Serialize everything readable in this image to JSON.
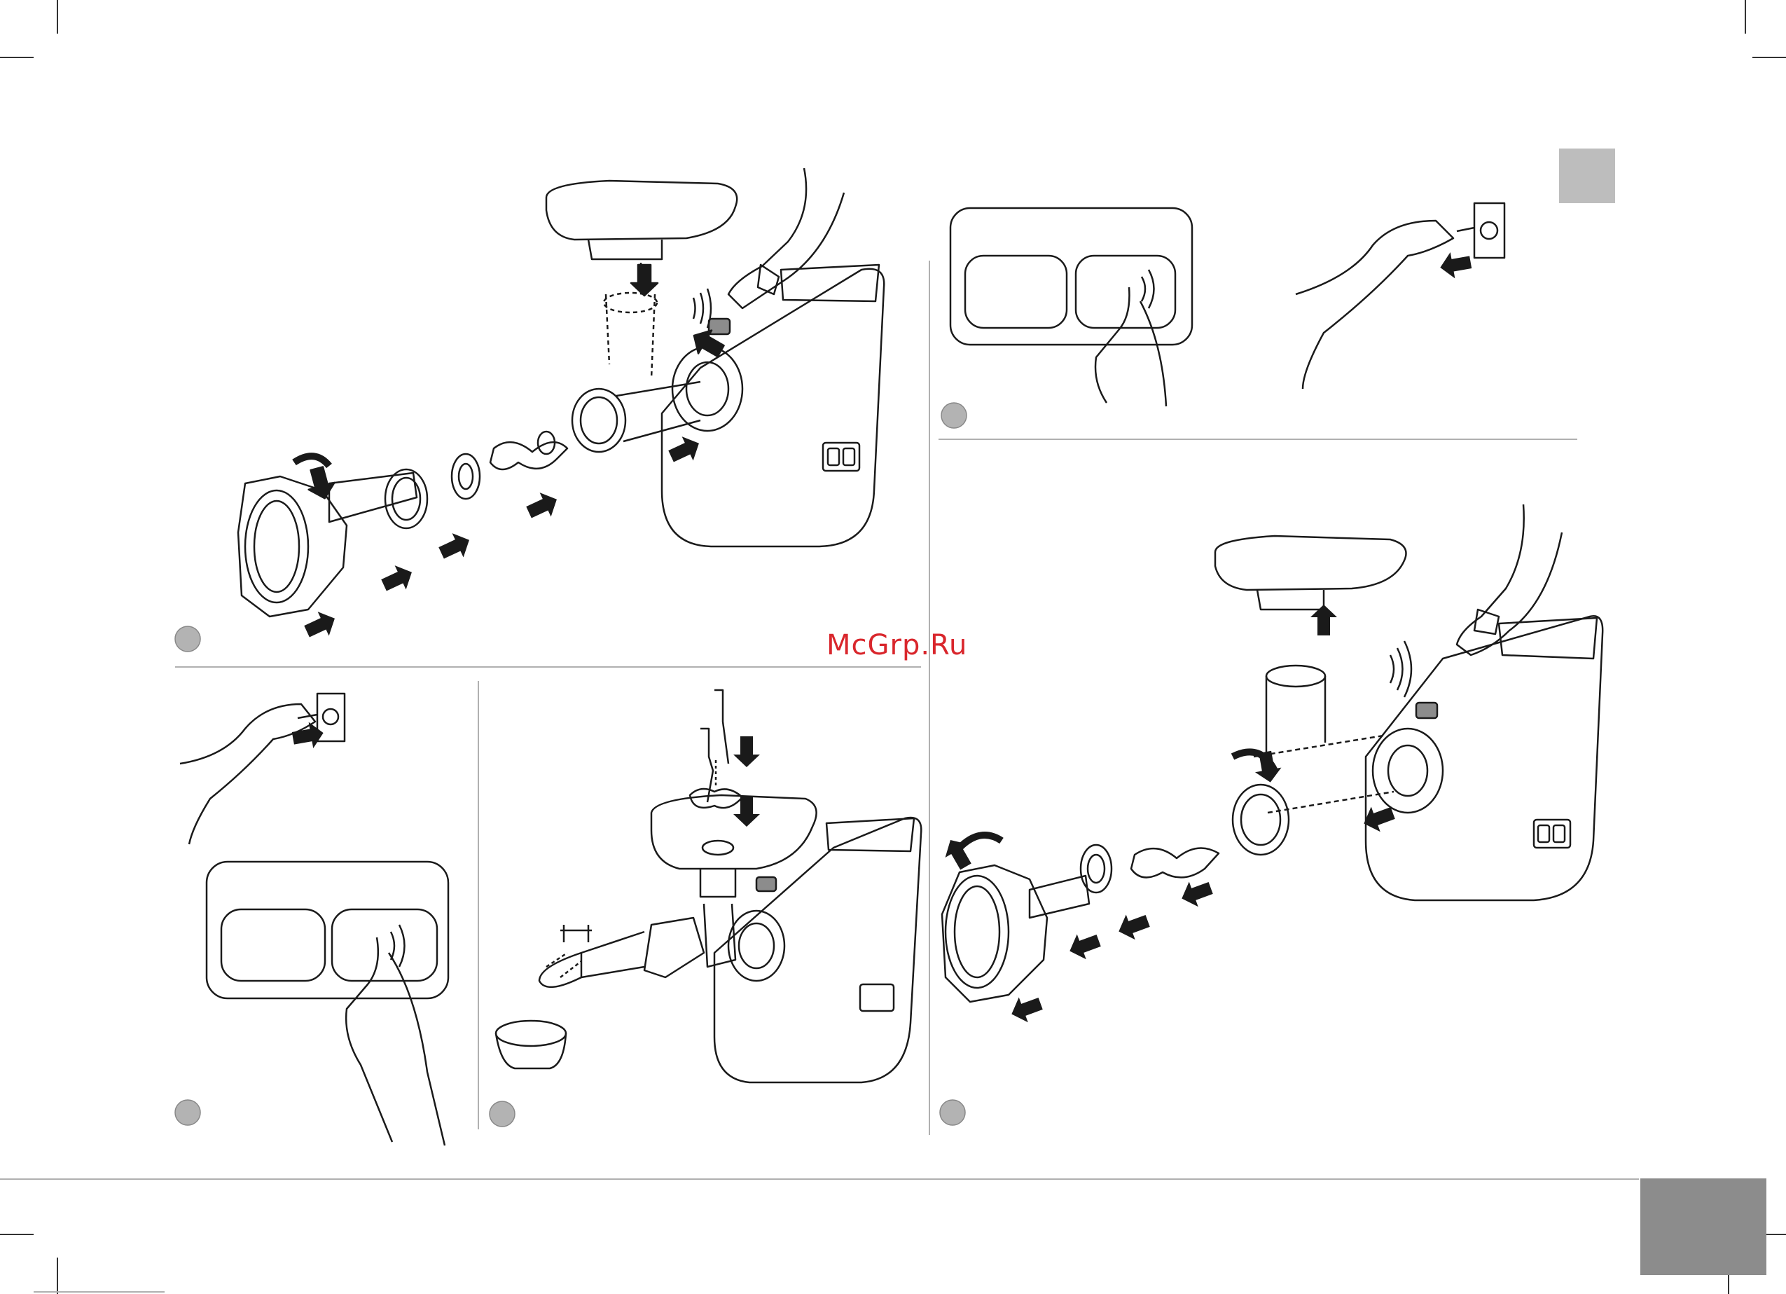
{
  "watermark": {
    "text": "McGrp.Ru"
  },
  "colors": {
    "line": "#1a1a1a",
    "divider": "#b0b0b0",
    "marker": "#b3b3b3",
    "tab_light": "#bdbdbd",
    "tab_dark": "#8c8c8c",
    "watermark": "#d9262c"
  },
  "steps": [
    {
      "name": "step-marker-assemble-grinder"
    },
    {
      "name": "step-marker-unplug-top"
    },
    {
      "name": "step-marker-plug-and-switch"
    },
    {
      "name": "step-marker-sausage-filling"
    },
    {
      "name": "step-marker-disassemble-grinder"
    }
  ]
}
